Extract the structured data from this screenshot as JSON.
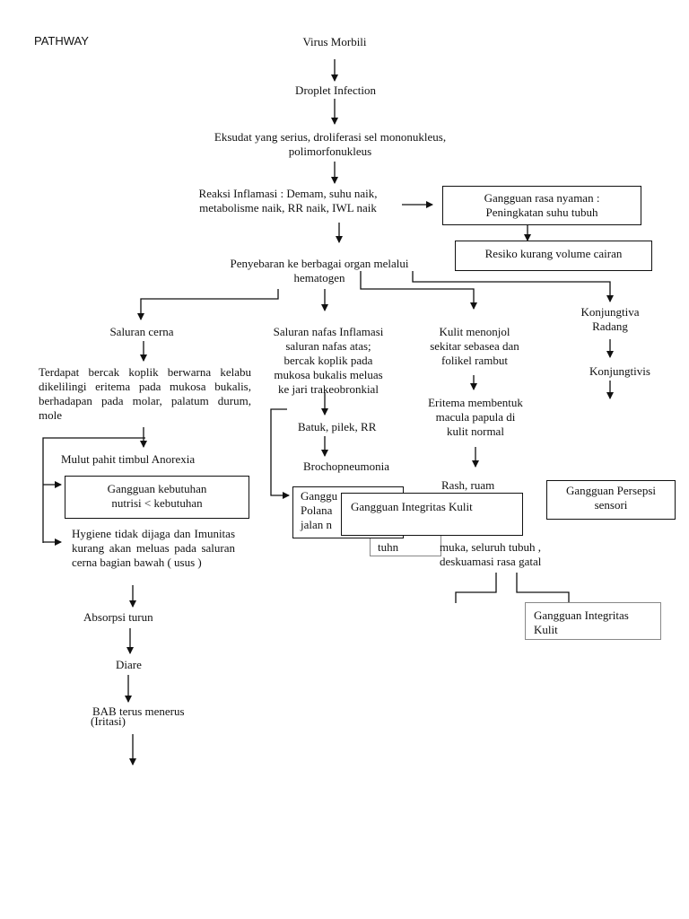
{
  "heading": "PATHWAY",
  "nodes": {
    "virus": "Virus Morbili",
    "droplet": "Droplet Infection",
    "eksudat": [
      "Eksudat yang serius, droliferasi sel mononukleus,",
      "polimorfonukleus"
    ],
    "reaksi": [
      "Reaksi Inflamasi : Demam, suhu naik,",
      "metabolisme naik, RR naik, IWL naik"
    ],
    "penyebaran": [
      "Penyebaran ke berbagai organ melalui",
      "hematogen"
    ],
    "saluran_cerna": "Saluran cerna",
    "bercak_koplik": "Terdapat bercak koplik berwarna kelabu dikelilingi eritema pada mukosa bukalis, berhadapan pada molar, palatum durum, mole",
    "mulut_pahit": "Mulut pahit timbul Anorexia",
    "hygiene": "Hygiene tidak dijaga dan Imunitas kurang akan meluas pada saluran cerna bagian bawah ( usus )",
    "absorpsi": "Absorpsi turun",
    "diare": "Diare",
    "bab": "BAB terus menerus",
    "iritasi": "(Iritasi)",
    "saluran_nafas": [
      "Saluran nafas Inflamasi",
      "saluran nafas atas;",
      "bercak koplik pada",
      "mukosa bukalis meluas",
      "ke jari trakeobronkial"
    ],
    "batuk": "Batuk, pilek, RR",
    "bronchopneumonia": "Brochopneumonia",
    "kulit": [
      "Kulit menonjol",
      "sekitar sebasea dan",
      "folikel rambut"
    ],
    "eritema": [
      "Eritema membentuk",
      "macula papula di",
      "kulit normal"
    ],
    "rash": "Rash,  ruam",
    "muka": [
      "muka,  seluruh  tubuh  ,",
      "deskuamasi rasa gatal"
    ],
    "hidden_fragment": "tuhn",
    "konjungtiva": [
      "Konjungtiva",
      "Radang"
    ],
    "konjungtivis": "Konjungtivis"
  },
  "boxes": {
    "rasa_nyaman": [
      "Gangguan rasa nyaman :",
      "Peningkatan suhu tubuh"
    ],
    "volume_cairan": "Resiko kurang volume cairan",
    "nutrisi": [
      "Gangguan  kebutuhan",
      "nutrisi  < kebutuhan"
    ],
    "nafas_partial": [
      "Ganggu",
      "Polana",
      "jalan n"
    ],
    "integritas_front": "Gangguan Integritas Kulit",
    "persepsi": [
      "Gangguan Persepsi",
      "sensori"
    ],
    "integritas_bottom": [
      "Gangguan Integritas",
      "Kulit"
    ]
  }
}
